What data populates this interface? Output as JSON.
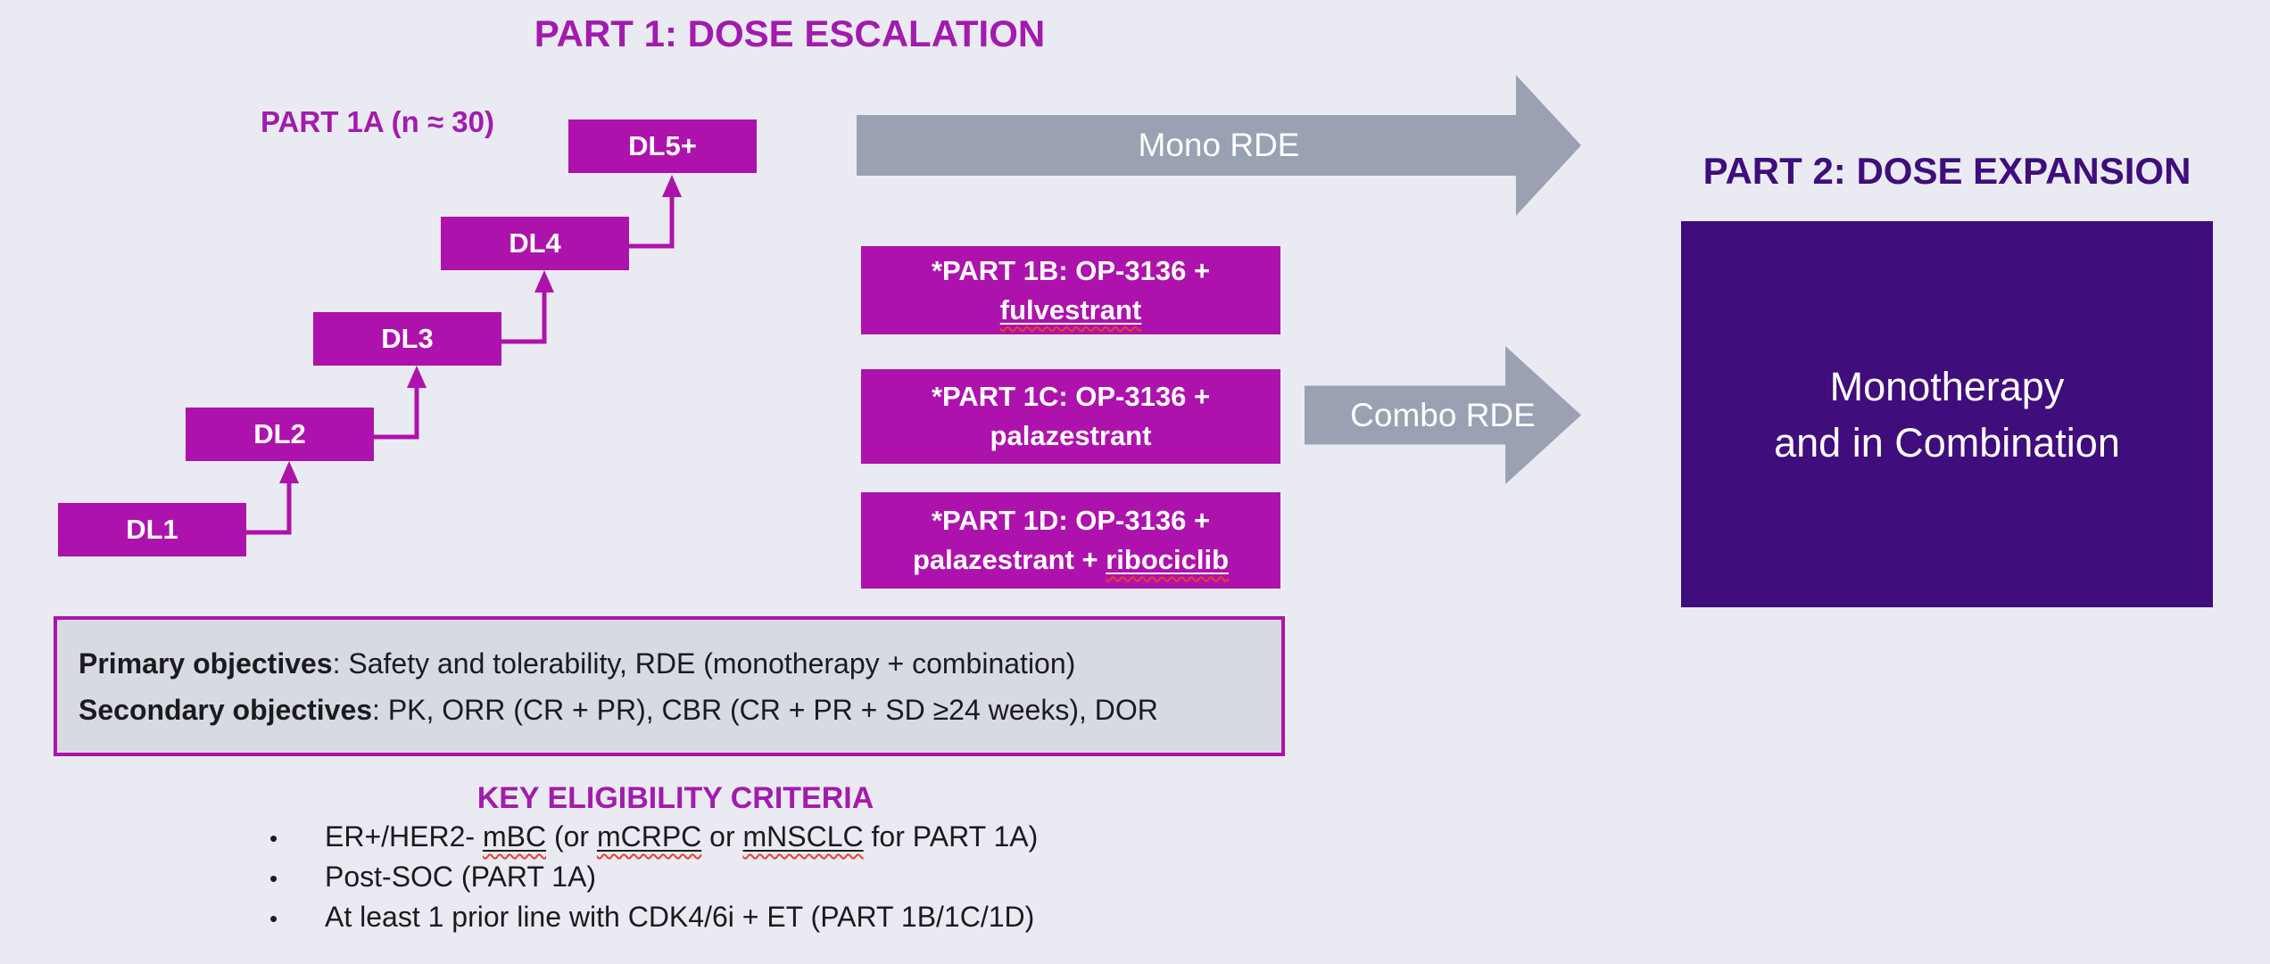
{
  "colors": {
    "accent_magenta": "#AE12AC",
    "heading_magenta": "#A21BAE",
    "dark_purple": "#3F0D7C",
    "arrow_gray": "#99A1B2",
    "panel_fill": "#D7DAE2",
    "background": "#EAEBF2",
    "text": "#1B1B1F",
    "squiggle_red": "#E8402C"
  },
  "part1": {
    "title": "PART 1: DOSE ESCALATION",
    "part1a_label": "PART 1A (n ≈ 30)",
    "dose_levels": [
      {
        "label": "DL1"
      },
      {
        "label": "DL2"
      },
      {
        "label": "DL3"
      },
      {
        "label": "DL4"
      },
      {
        "label": "DL5+"
      }
    ],
    "mono_arrow_label": "Mono RDE",
    "combo_arrow_label": "Combo RDE",
    "combo_boxes": [
      {
        "line1": "*PART 1B: OP-3136 +",
        "line2_pre": "",
        "line2_underlined": "fulvestrant",
        "line2_post": ""
      },
      {
        "line1": "*PART 1C: OP-3136 +",
        "line2_pre": "palazestrant",
        "line2_underlined": "",
        "line2_post": ""
      },
      {
        "line1": "*PART 1D: OP-3136 +",
        "line2_pre": "palazestrant + ",
        "line2_underlined": "ribociclib",
        "line2_post": ""
      }
    ]
  },
  "part2": {
    "title": "PART 2: DOSE EXPANSION",
    "box_line1": "Monotherapy",
    "box_line2": "and in Combination"
  },
  "objectives": {
    "primary_label": "Primary objectives",
    "primary_text": ": Safety and tolerability, RDE (monotherapy + combination)",
    "secondary_label": "Secondary objectives",
    "secondary_text": ": PK, ORR (CR + PR), CBR (CR + PR + SD ≥24 weeks), DOR"
  },
  "eligibility": {
    "heading": "KEY ELIGIBILITY CRITERIA",
    "bullet": "•",
    "items": [
      {
        "segments": [
          {
            "t": "ER+/HER2- "
          },
          {
            "t": "mBC",
            "u": true
          },
          {
            "t": " (or "
          },
          {
            "t": "mCRPC",
            "u": true
          },
          {
            "t": " or "
          },
          {
            "t": "mNSCLC",
            "u": true
          },
          {
            "t": " for PART 1A)"
          }
        ]
      },
      {
        "segments": [
          {
            "t": "Post-SOC (PART 1A)"
          }
        ]
      },
      {
        "segments": [
          {
            "t": "At least 1 prior line with CDK4/6i + ET (PART 1B/1C/1D)"
          }
        ]
      }
    ]
  }
}
